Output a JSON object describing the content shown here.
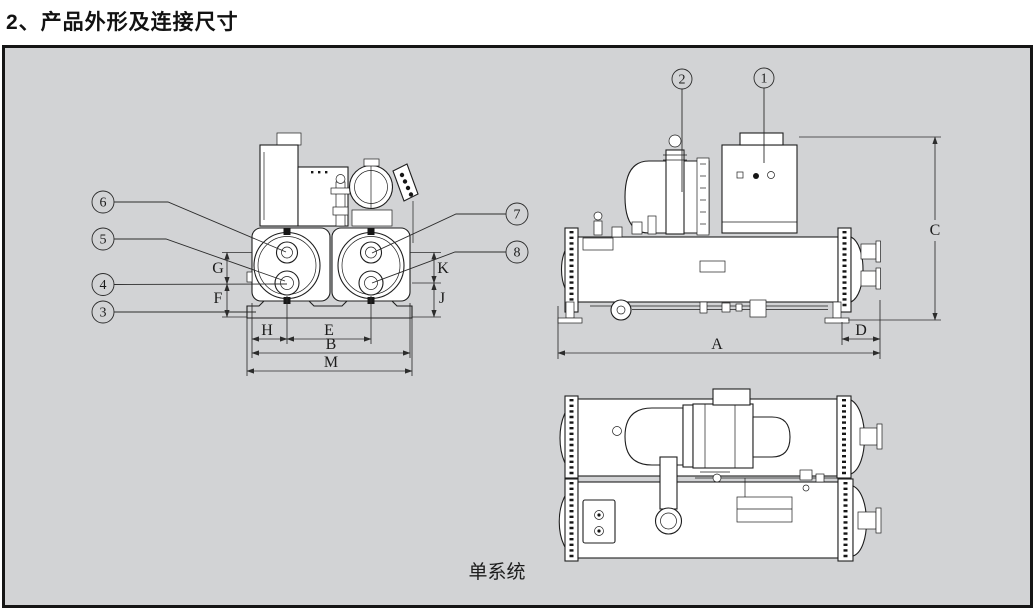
{
  "page": {
    "title": "2、产品外形及连接尺寸",
    "caption": "单系统"
  },
  "colors": {
    "frame_border": "#151515",
    "panel_bg": "#d2d3d5",
    "line_color": "#1e1e1e"
  },
  "callouts": {
    "n1": "1",
    "n2": "2",
    "n3": "3",
    "n4": "4",
    "n5": "5",
    "n6": "6",
    "n7": "7",
    "n8": "8"
  },
  "dims": {
    "A": "A",
    "B": "B",
    "C": "C",
    "D": "D",
    "E": "E",
    "F": "F",
    "G": "G",
    "H": "H",
    "J": "J",
    "K": "K",
    "M": "M"
  }
}
